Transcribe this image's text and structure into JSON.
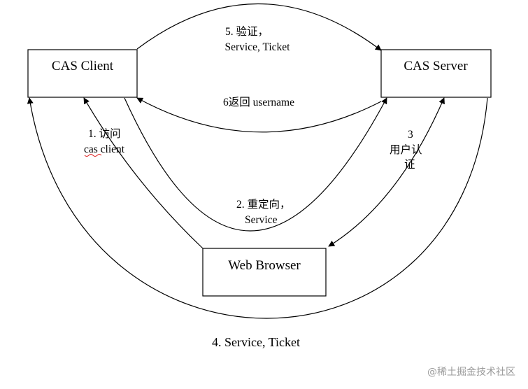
{
  "nodes": {
    "cas_client": "CAS Client",
    "cas_server": "CAS Server",
    "web_browser": "Web Browser"
  },
  "edges": {
    "step1_line1": "1. 访问",
    "step1_line2": "cas client",
    "step2_line1": "2. 重定向，",
    "step2_line2": "Service",
    "step3_line1": "3",
    "step3_line2": "用户认",
    "step3_line3": "证",
    "step4": "4. Service, Ticket",
    "step5_line1": "5. 验证，",
    "step5_line2": "Service, Ticket",
    "step6": "6返回 username"
  },
  "watermark": "@稀土掘金技术社区",
  "colors": {
    "line": "#000000",
    "background": "#ffffff",
    "watermark": "#9a9a9a"
  }
}
